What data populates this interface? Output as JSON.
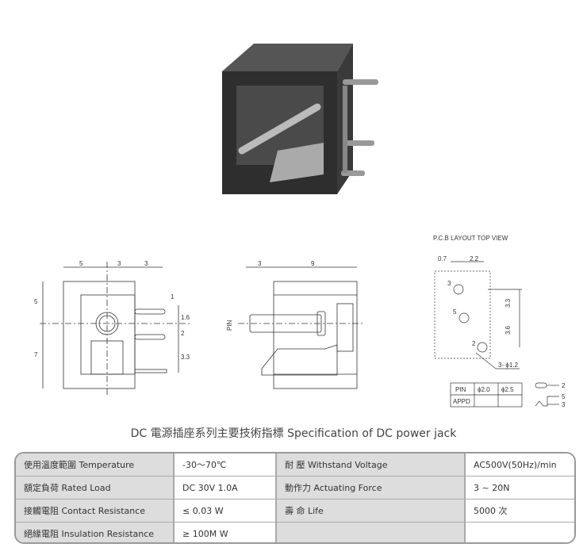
{
  "pcb_title": "P.C.B LAYOUT    TOP VIEW",
  "front_view": {
    "dims_top": [
      "5",
      "3",
      "3"
    ],
    "dims_left": [
      "5",
      "7"
    ],
    "dims_right": [
      "1",
      "1.6",
      "2",
      "3.3"
    ]
  },
  "side_view": {
    "dims_top": [
      "3",
      "9"
    ],
    "pin_label": "PIN"
  },
  "pcb": {
    "dims": [
      "0.7",
      "2.2",
      "3.3",
      "3.6"
    ],
    "pins": [
      "3",
      "5",
      "2"
    ],
    "hole_label": "3- ϕ1.2",
    "pin_table": {
      "headers": [
        "PIN",
        "ϕ2.0",
        "ϕ2.5"
      ],
      "row_label": "APPD"
    },
    "schematic_pins": [
      "2",
      "5",
      "3"
    ]
  },
  "title": "DC  電源插座系列主要技術指標 Specification of DC power jack",
  "specs": [
    {
      "k1": "使用溫度範圍 Temperature",
      "v1": "-30～70℃",
      "k2": "耐    壓  Withstand Voltage",
      "v2": "AC500V(50Hz)/min"
    },
    {
      "k1": "額定負荷  Rated Load",
      "v1": "DC  30V  1.0A",
      "k2": "動作力  Actuating Force",
      "v2": "3 ~ 20N"
    },
    {
      "k1": "接觸電阻  Contact Resistance",
      "v1": "≤ 0.03 W",
      "k2": "壽    命  Life",
      "v2": "5000 次"
    },
    {
      "k1": "絕緣電阻  Insulation Resistance",
      "v1": "≥ 100M W",
      "k2": "",
      "v2": ""
    }
  ]
}
